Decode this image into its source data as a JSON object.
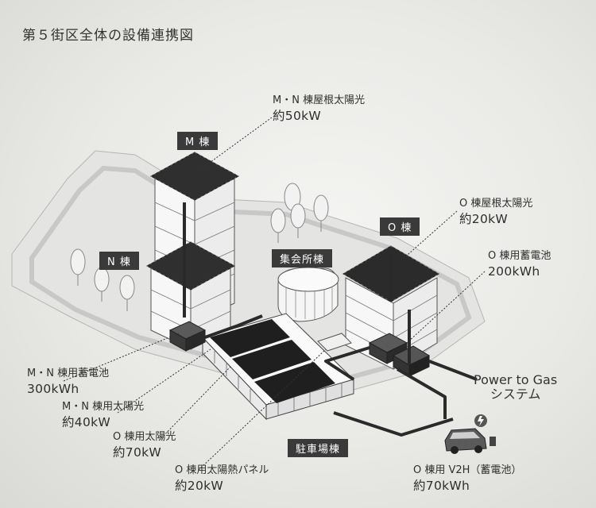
{
  "title": "第５街区全体の設備連携図",
  "buildings": {
    "m": "M 棟",
    "n": "N 棟",
    "o": "O 棟",
    "hall": "集会所棟",
    "parking": "駐車場棟"
  },
  "labels": {
    "mn_roof_pv": {
      "name": "M・N 棟屋根太陽光",
      "value": "約50kW"
    },
    "o_roof_pv": {
      "name": "O 棟屋根太陽光",
      "value": "約20kW"
    },
    "o_battery": {
      "name": "O 棟用蓄電池",
      "value": "200kWh"
    },
    "mn_battery": {
      "name": "M・N 棟用蓄電池",
      "value": "300kWh"
    },
    "mn_pv": {
      "name": "M・N 棟用太陽光",
      "value": "約40kW"
    },
    "o_pv": {
      "name": "O 棟用太陽光",
      "value": "約70kW"
    },
    "o_thermal": {
      "name": "O 棟用太陽熱パネル",
      "value": "約20kW"
    },
    "o_v2h": {
      "name": "O 棟用 V2H（蓄電池）",
      "value": "約70kWh"
    }
  },
  "ptg": {
    "line1": "Power to Gas",
    "line2": "システム"
  }
}
